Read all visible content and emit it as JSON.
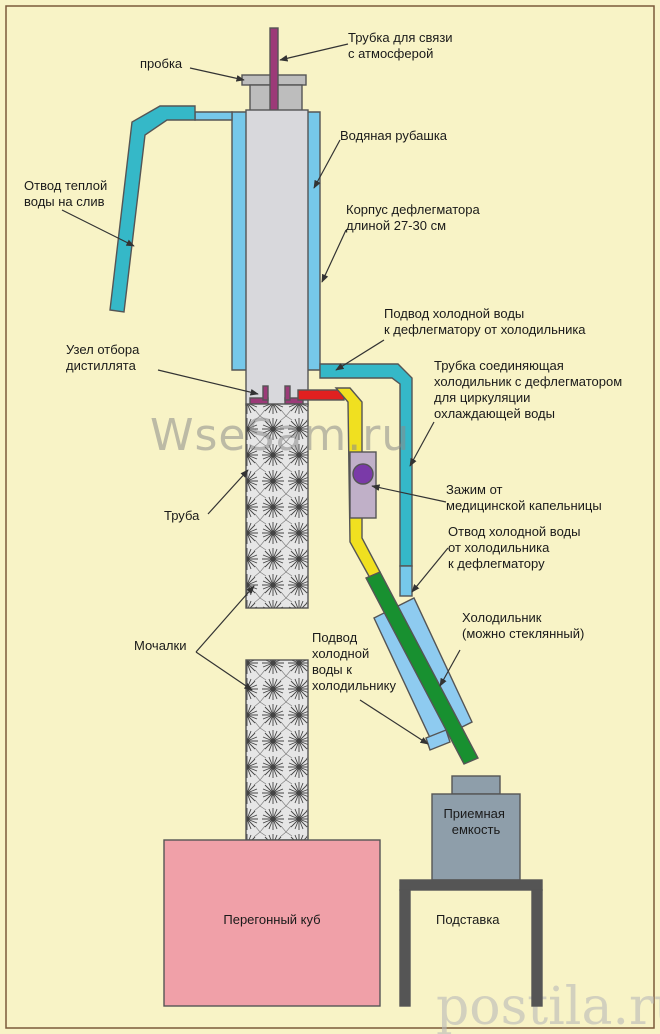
{
  "colors": {
    "background": "#f8f3c6",
    "frame": "#7a5a3a",
    "water": "#35b8c8",
    "water_light": "#76c8ea",
    "tube": "#d8d8dc",
    "plug": "#bdbdbd",
    "vent": "#9c3a78",
    "distillate": "#f0e020",
    "takeoff": "#e02020",
    "condenser_glass": "#8ecbf0",
    "inner_tube": "#189030",
    "boiler": "#f0a0a8",
    "receiver": "#8e9eaa",
    "stand": "#555555",
    "clamp_knob": "#7a3aa8",
    "clamp_plate": "#c0b0c8"
  },
  "labels": {
    "vent_tube": [
      "Трубка для связи",
      "с атмосферой"
    ],
    "plug": "пробка",
    "water_jacket": "Водяная рубашка",
    "warm_water_outlet": [
      "Отвод  теплой",
      "воды на слив"
    ],
    "dephlegmator_body": [
      "Корпус дефлегматора",
      "длиной 27-30 см"
    ],
    "cold_water_inlet_dephlegmator": [
      "Подвод холодной воды",
      "к дефлегматору от холодильника"
    ],
    "distillate_takeoff": [
      "Узел отбора",
      "дистиллята"
    ],
    "connecting_tube": [
      "Трубка соединяющая",
      "холодильник с дефлегматором",
      "для циркуляции",
      "охлаждающей воды"
    ],
    "clamp": [
      "Зажим от",
      "медицинской капельницы"
    ],
    "pipe": "Труба",
    "cold_water_outlet_condenser": [
      "Отвод холодной воды",
      "от холодильника",
      "к дефлегматору"
    ],
    "condenser": [
      "Холодильник",
      "(можно стеклянный)"
    ],
    "scrubbers": "Мочалки",
    "cold_water_inlet_condenser": [
      "Подвод",
      "холодной",
      "воды к",
      "холодильнику"
    ],
    "receiver": [
      "Приемная",
      "емкость"
    ],
    "stand": "Подставка",
    "boiler": "Перегонный куб"
  },
  "watermarks": {
    "site": "WseSam.ru",
    "postila": "postila.ru"
  },
  "icons": {
    "scrubber_pattern": "star-burst-pattern",
    "arrow": "arrow-head"
  }
}
